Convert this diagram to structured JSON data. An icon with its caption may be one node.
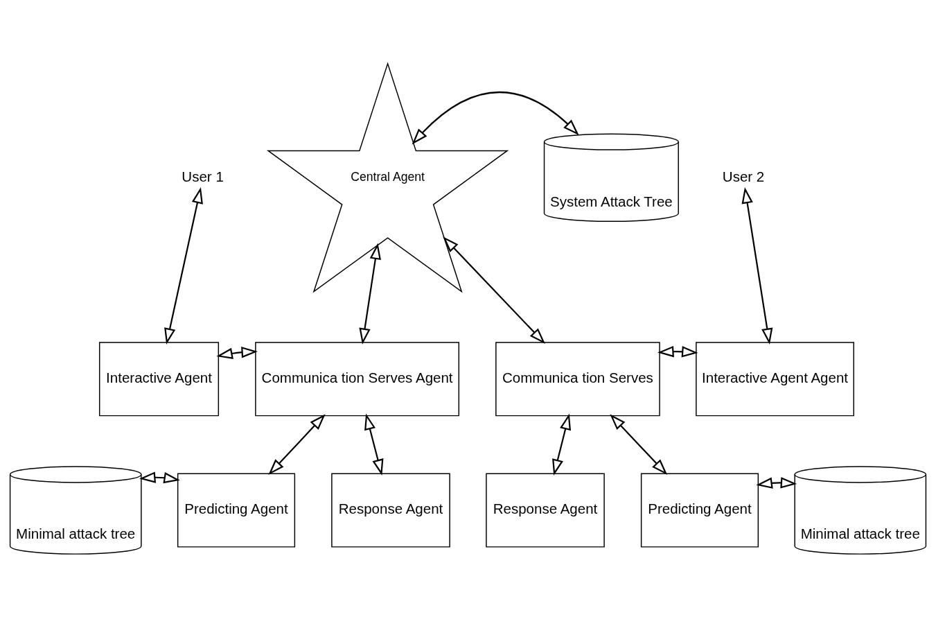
{
  "diagram": {
    "nodes": [
      {
        "text": [
          "Central Agent"
        ]
      },
      {
        "text": [
          "System Attack Tree"
        ]
      },
      {
        "text": [
          "User 1"
        ]
      },
      {
        "text": [
          "User 2"
        ]
      },
      {
        "text": [
          "Interactive Agent"
        ]
      },
      {
        "text": [
          "Communica tion Serves Agent"
        ]
      },
      {
        "text": [
          "Communica tion Serves"
        ]
      },
      {
        "text": [
          "Interactive Agent Agent"
        ]
      },
      {
        "text": [
          "Predicting Agent"
        ]
      },
      {
        "text": [
          "Response Agent"
        ]
      },
      {
        "text": [
          "Response Agent"
        ]
      },
      {
        "text": [
          "Predicting Agent"
        ]
      },
      {
        "text": [
          "Minimal attack tree"
        ]
      },
      {
        "text": [
          "Minimal attack tree"
        ]
      }
    ],
    "edges": [
      {
        "from": 0,
        "to": 1,
        "arrow": "both"
      },
      {
        "from": 2,
        "to": 4,
        "arrow": "both"
      },
      {
        "from": 3,
        "to": 7,
        "arrow": "both"
      },
      {
        "from": 0,
        "to": 5,
        "arrow": "both"
      },
      {
        "from": 0,
        "to": 6,
        "arrow": "both"
      },
      {
        "from": 4,
        "to": 5,
        "arrow": "both"
      },
      {
        "from": 6,
        "to": 7,
        "arrow": "both"
      },
      {
        "from": 5,
        "to": 8,
        "arrow": "both"
      },
      {
        "from": 5,
        "to": 9,
        "arrow": "both"
      },
      {
        "from": 6,
        "to": 10,
        "arrow": "both"
      },
      {
        "from": 6,
        "to": 11,
        "arrow": "both"
      },
      {
        "from": 12,
        "to": 8,
        "arrow": "both"
      },
      {
        "from": 11,
        "to": 13,
        "arrow": "both"
      }
    ]
  }
}
